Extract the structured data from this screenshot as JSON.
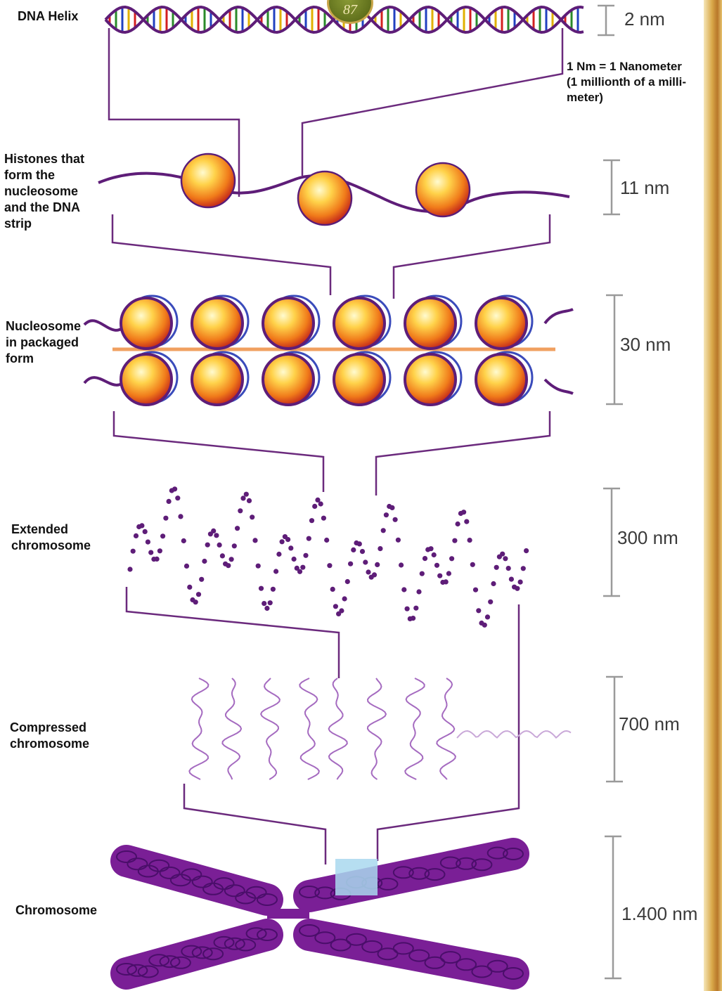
{
  "page_number": "87",
  "labels": {
    "dna_helix": "DNA Helix",
    "histones": "Histones that\nform the\nnucleosome\nand the DNA\nstrip",
    "nucleosome_packaged": "Nucleosome\nin packaged\nform",
    "extended": "Extended\nchromosome",
    "compressed": "Compressed\n chromosome",
    "chromosome": "Chromosome"
  },
  "note": "1 Nm = 1 Nanometer\n (1 millionth of a milli-\nmeter)",
  "scales": {
    "s1": "2 nm",
    "s2": "11 nm",
    "s3": "30 nm",
    "s4": "300 nm",
    "s5": "700 nm",
    "s6": "1.400 nm"
  },
  "colors": {
    "connector": "#6b2a7d",
    "strand": "#5e1d78",
    "sphere_core": "#fff3a0",
    "sphere_edge": "#e0401a",
    "chromosome": "#7a1f96",
    "highlight": "#a9d8ee",
    "scale_bar": "#9a9a9a"
  }
}
